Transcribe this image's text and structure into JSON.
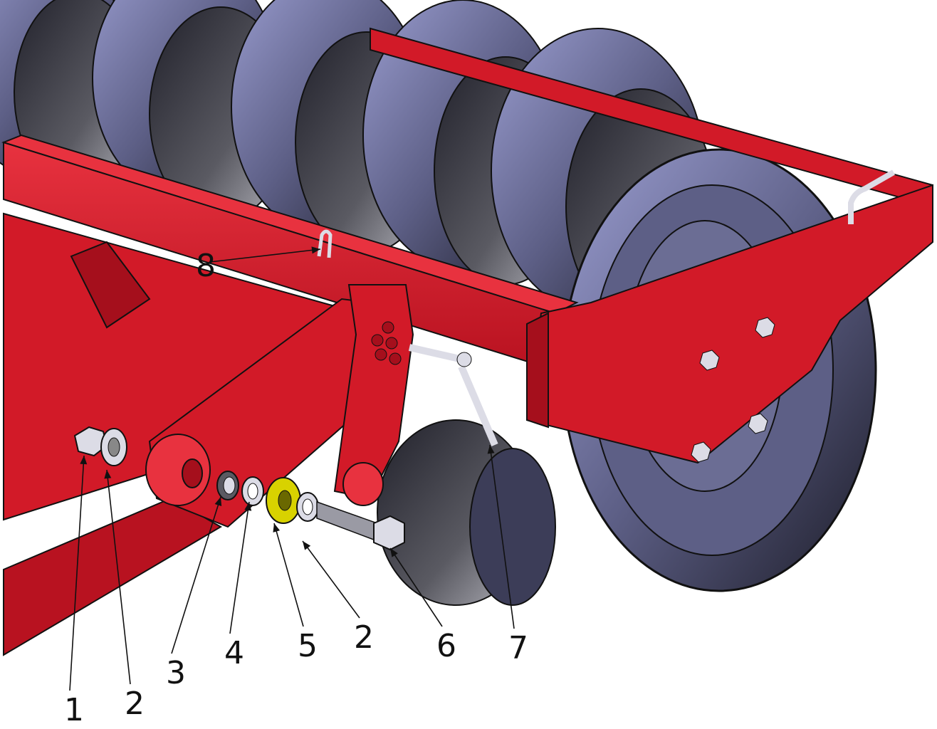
{
  "colors": {
    "frame_red": "#d21a28",
    "frame_red_dark": "#a50f1c",
    "frame_red_light": "#e8323f",
    "disc_face": "#5d5f86",
    "disc_rim": "#8e92c2",
    "disc_dark": "#1c1c28",
    "washer_silver": "#dcdce6",
    "washer_yellow": "#d8d200",
    "line": "#111111"
  },
  "callouts": [
    {
      "id": "c1",
      "label": "1",
      "part": "hex-nut"
    },
    {
      "id": "c2a",
      "label": "2",
      "part": "washer"
    },
    {
      "id": "c3",
      "label": "3",
      "part": "bushing"
    },
    {
      "id": "c4",
      "label": "4",
      "part": "washer"
    },
    {
      "id": "c5",
      "label": "5",
      "part": "spacer"
    },
    {
      "id": "c2b",
      "label": "2",
      "part": "washer"
    },
    {
      "id": "c6",
      "label": "6",
      "part": "bolt"
    },
    {
      "id": "c7",
      "label": "7",
      "part": "lever-pin"
    },
    {
      "id": "c8",
      "label": "8",
      "part": "linch-pin"
    }
  ]
}
